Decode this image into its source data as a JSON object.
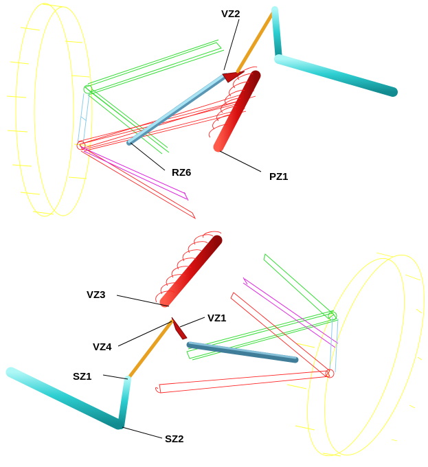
{
  "labels": {
    "vz2": "VZ2",
    "rz6": "RZ6",
    "pz1": "PZ1",
    "vz3": "VZ3",
    "vz1": "VZ1",
    "vz4": "VZ4",
    "sz1": "SZ1",
    "sz2": "SZ2"
  },
  "colors": {
    "wheel": "#ffff33",
    "upper_arm": "#33dd33",
    "lower_arm": "#ff2222",
    "track_rod": "#dd22dd",
    "tie_rod": "#6fc4dc",
    "steering": "#2ec8cc",
    "spring": "#dd1111",
    "pushrod": "#e8a020"
  }
}
